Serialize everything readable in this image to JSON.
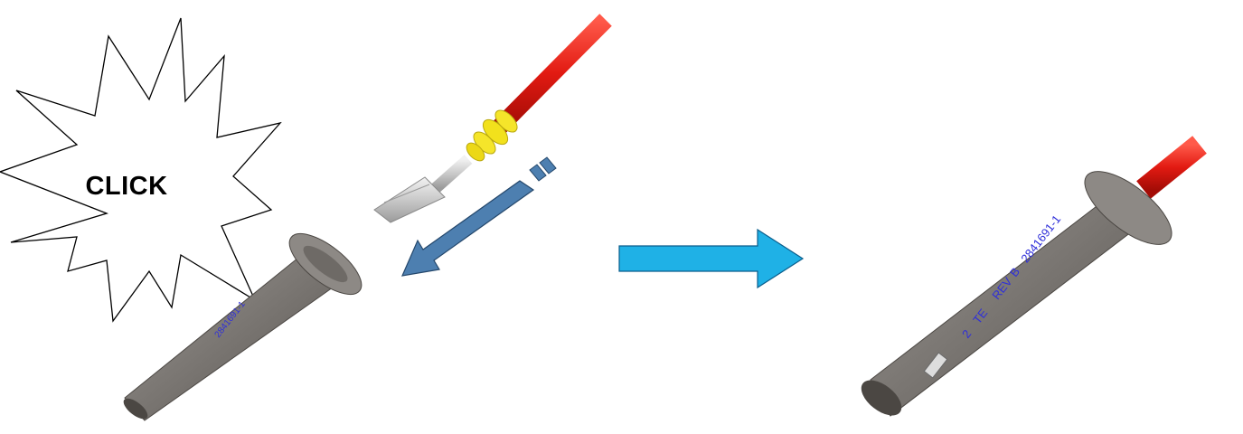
{
  "burst": {
    "label": "CLICK"
  },
  "housing_marking": {
    "part_number": "2841691-1",
    "rev_label": "REV",
    "rev_value": "B",
    "logo_text": "TE",
    "cavity": "2"
  },
  "colors": {
    "wire": "#e21a12",
    "seal": "#f2e11c",
    "housing": "#7d7975",
    "marking": "#2f2fd9",
    "insert_arrow": "#4d7fb0",
    "result_arrow": "#1fb1e6"
  }
}
